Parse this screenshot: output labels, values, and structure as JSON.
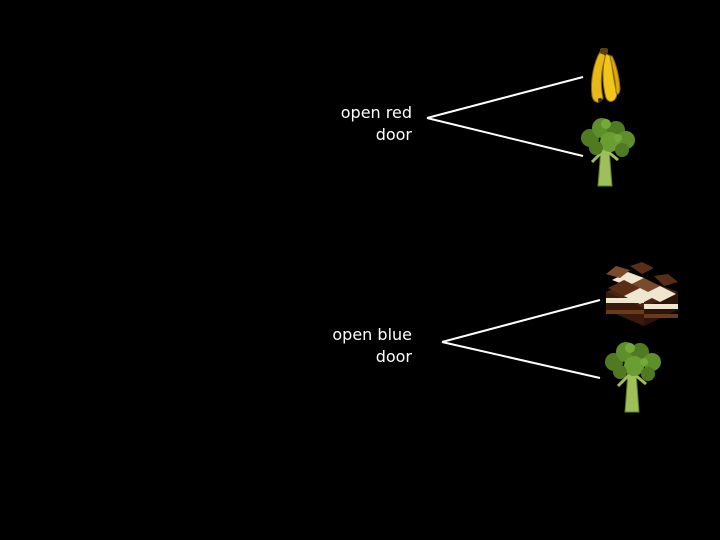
{
  "choices": [
    {
      "label_line1": "open red",
      "label_line2": "door",
      "outcomes": [
        "banana-icon",
        "broccoli-icon"
      ]
    },
    {
      "label_line1": "open blue",
      "label_line2": "door",
      "outcomes": [
        "chocolate-icon",
        "broccoli-icon"
      ]
    }
  ],
  "colors": {
    "background": "#000000",
    "text": "#ffffff",
    "branch_line": "#ffffff",
    "banana": "#f2c51b",
    "broccoli": "#5e8f2a",
    "chocolate_dark": "#4a2412",
    "chocolate_white": "#efe6cf"
  }
}
